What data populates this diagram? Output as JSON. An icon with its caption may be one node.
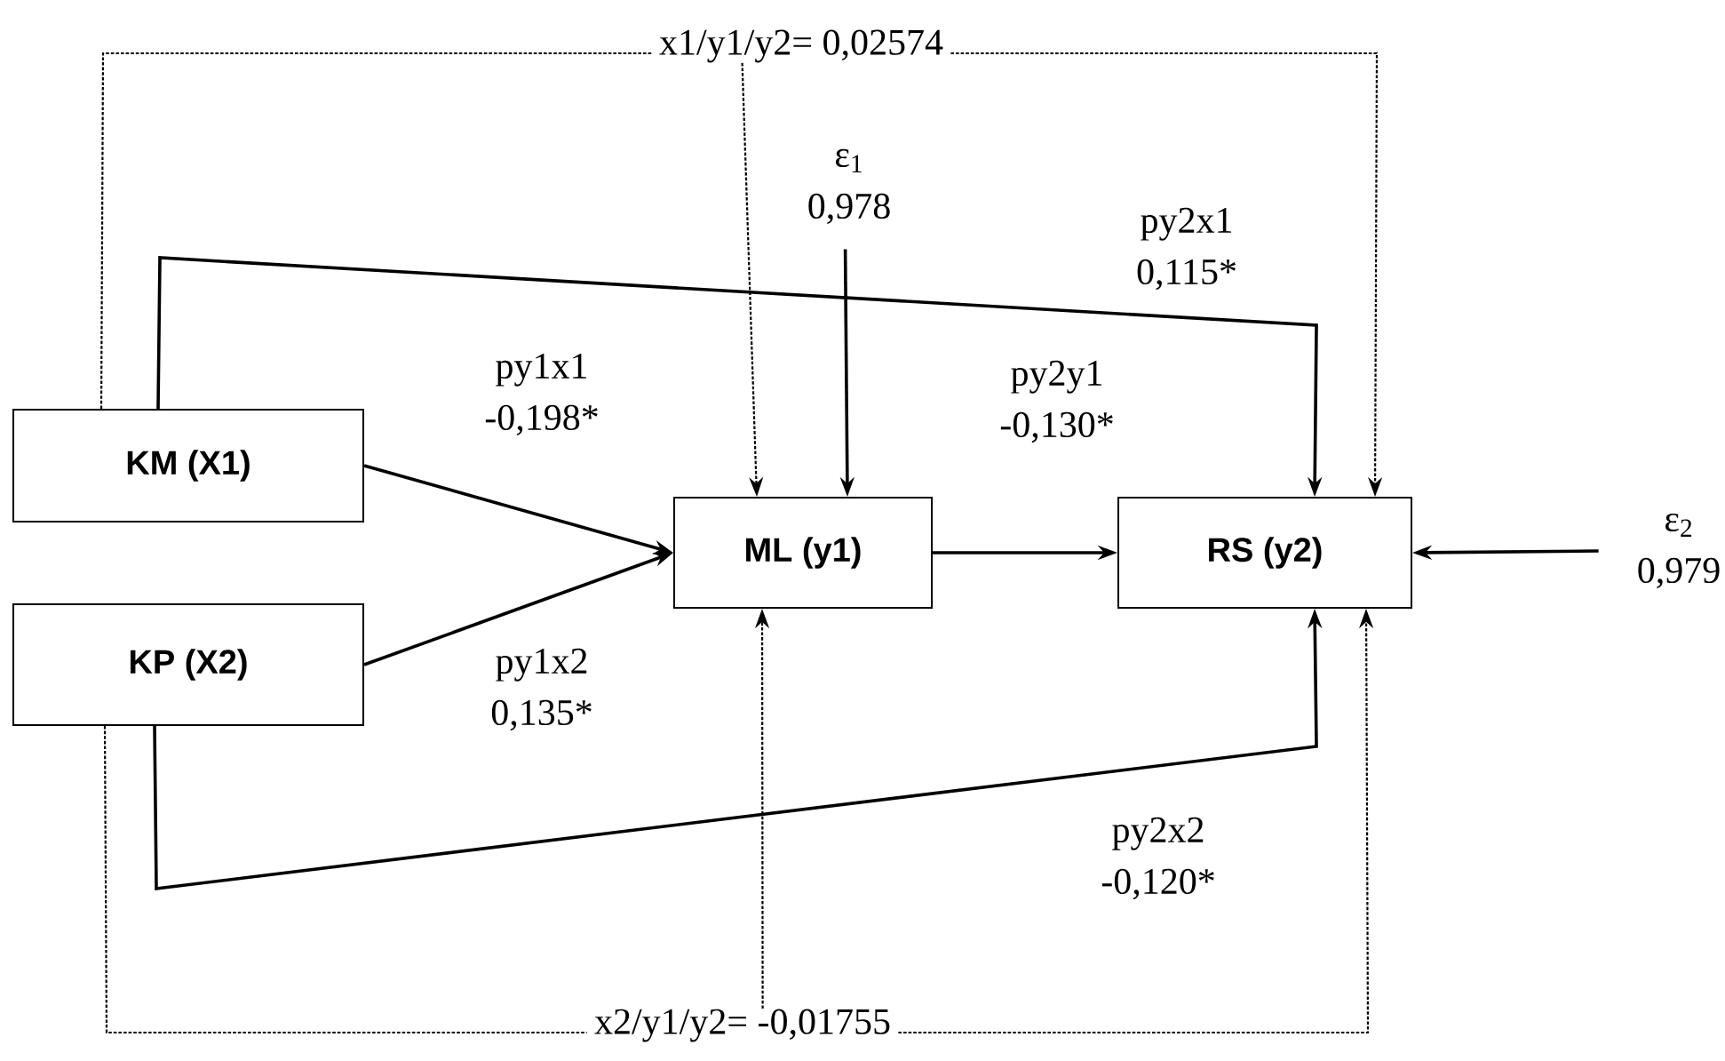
{
  "diagram": {
    "nodes": [
      {
        "text": [
          "KM (X1)"
        ]
      },
      {
        "text": [
          "KP (X2)"
        ]
      },
      {
        "text": [
          "ML (y1)"
        ]
      },
      {
        "text": [
          "RS (y2)"
        ]
      },
      {
        "text": [
          "ε$_{1}$",
          "0,978"
        ]
      },
      {
        "text": [
          "ε$_{2}$",
          "0,979"
        ]
      },
      {
        "text": [
          "x1/y1/y2= 0,02574"
        ]
      },
      {
        "text": [
          "x2/y1/y2= -0,01755"
        ]
      }
    ],
    "edges": [
      {
        "from": 0,
        "to": 2,
        "arrow": "to",
        "label": "py1x1 -0,198*"
      },
      {
        "from": 1,
        "to": 2,
        "arrow": "to",
        "label": "py1x2 0,135*"
      },
      {
        "from": 2,
        "to": 3,
        "arrow": "to",
        "label": "py2y1 -0,130*"
      },
      {
        "from": 0,
        "to": 3,
        "arrow": "to",
        "label": "py2x1 0,115*"
      },
      {
        "from": 1,
        "to": 3,
        "arrow": "to",
        "label": "py2x2 -0,120*"
      },
      {
        "from": 4,
        "to": 2,
        "arrow": "to"
      },
      {
        "from": 5,
        "to": 3,
        "arrow": "to"
      },
      {
        "from": 0,
        "to": 6,
        "arrow": "none",
        "style": "dashed"
      },
      {
        "from": 6,
        "to": 2,
        "arrow": "to",
        "style": "dashed"
      },
      {
        "from": 6,
        "to": 3,
        "arrow": "to",
        "style": "dashed"
      },
      {
        "from": 1,
        "to": 7,
        "arrow": "none",
        "style": "dashed"
      },
      {
        "from": 7,
        "to": 2,
        "arrow": "to",
        "style": "dashed"
      },
      {
        "from": 7,
        "to": 3,
        "arrow": "to",
        "style": "dashed"
      }
    ]
  }
}
